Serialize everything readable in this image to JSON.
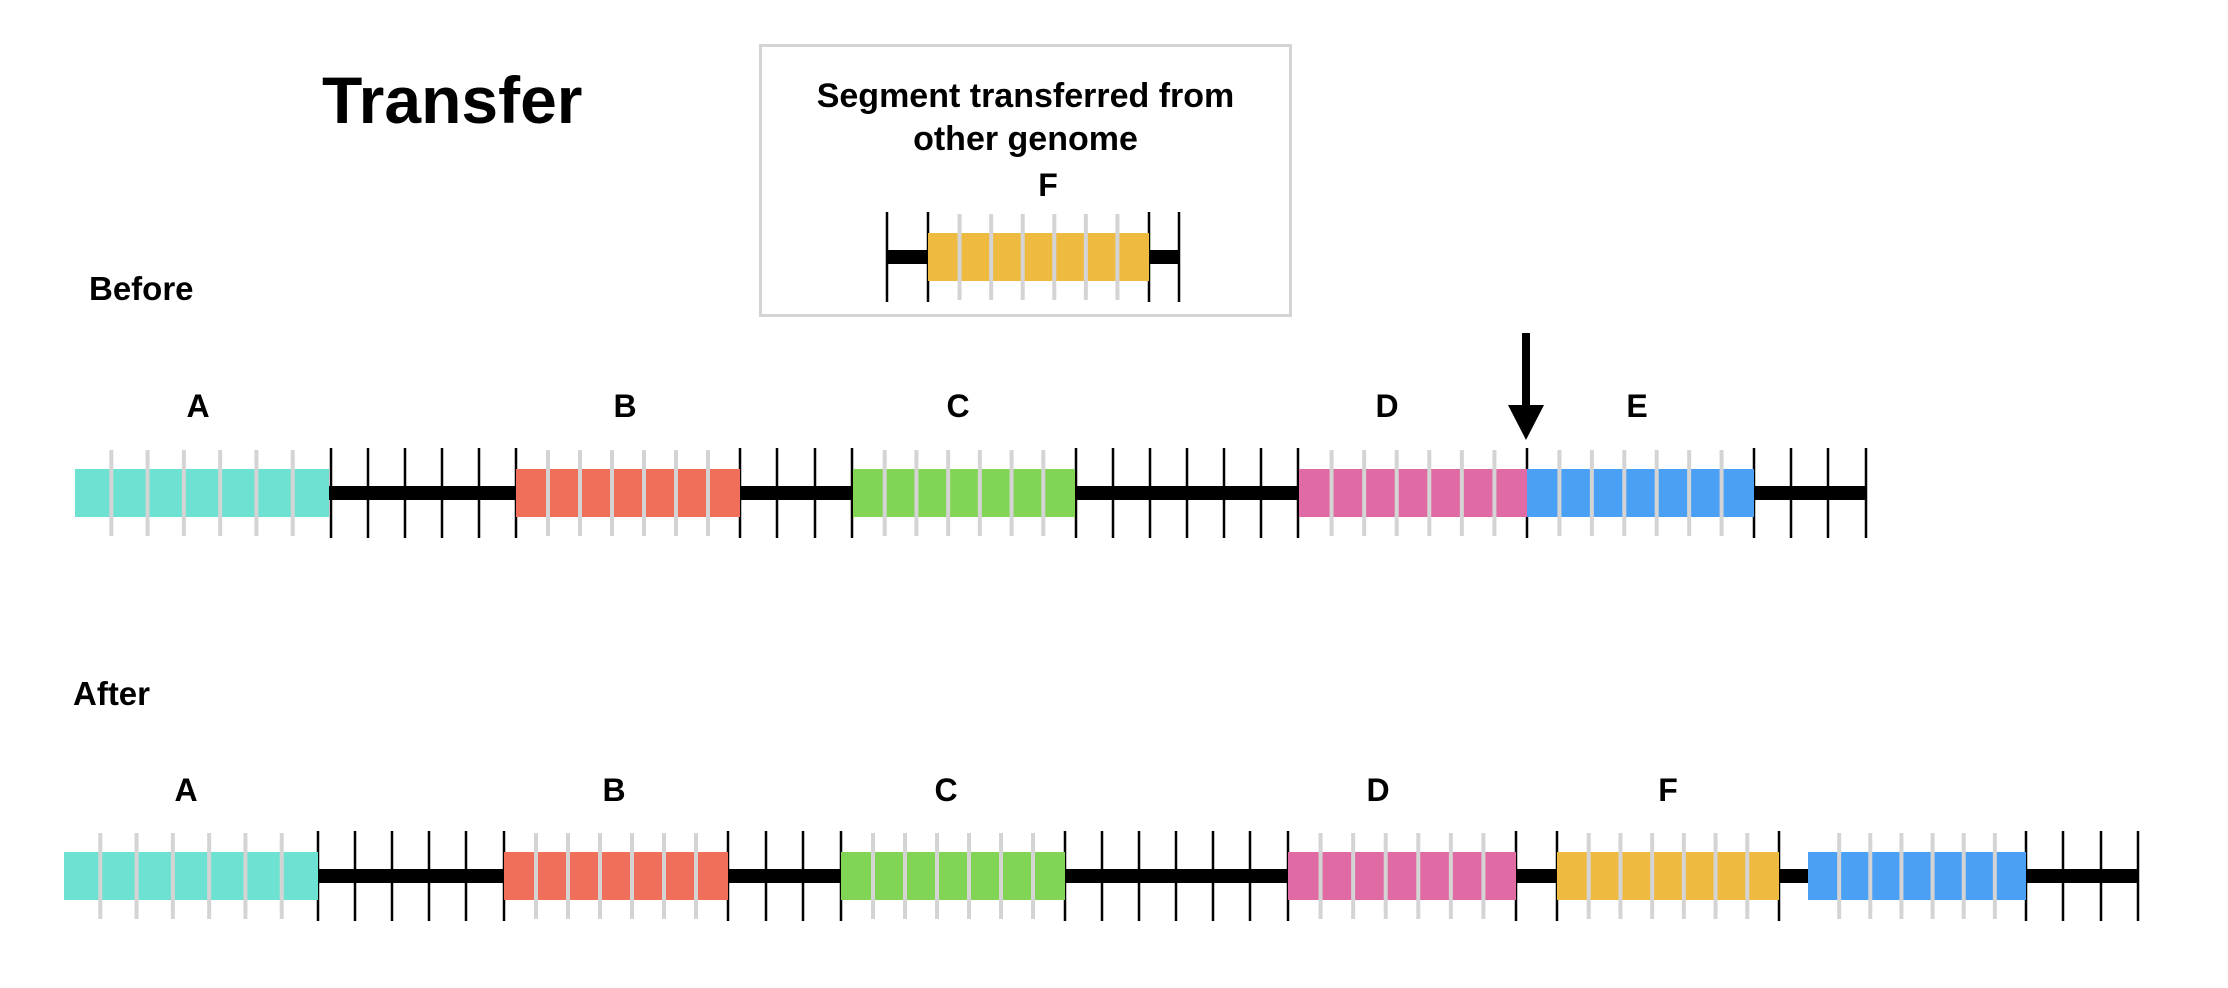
{
  "title": "Transfer",
  "before_label": "Before",
  "after_label": "After",
  "inset": {
    "caption_line1": "Segment transferred from",
    "caption_line2": "other genome",
    "gene": {
      "label": "F",
      "color": "#eebb40"
    }
  },
  "insertion_marker": {
    "icon": "arrow-down-icon",
    "points_between": [
      "D",
      "E"
    ]
  },
  "colors": {
    "A": "#6ee2d2",
    "B": "#ef6f5a",
    "C": "#82d454",
    "D": "#e06aa4",
    "E": "#4aa0f4",
    "F": "#eebb40",
    "backbone": "#000000",
    "gene_tick": "#d4d4d4"
  },
  "before_genes": [
    "A",
    "B",
    "C",
    "D",
    "E"
  ],
  "after_genes": [
    "A",
    "B",
    "C",
    "D",
    "F",
    ""
  ]
}
